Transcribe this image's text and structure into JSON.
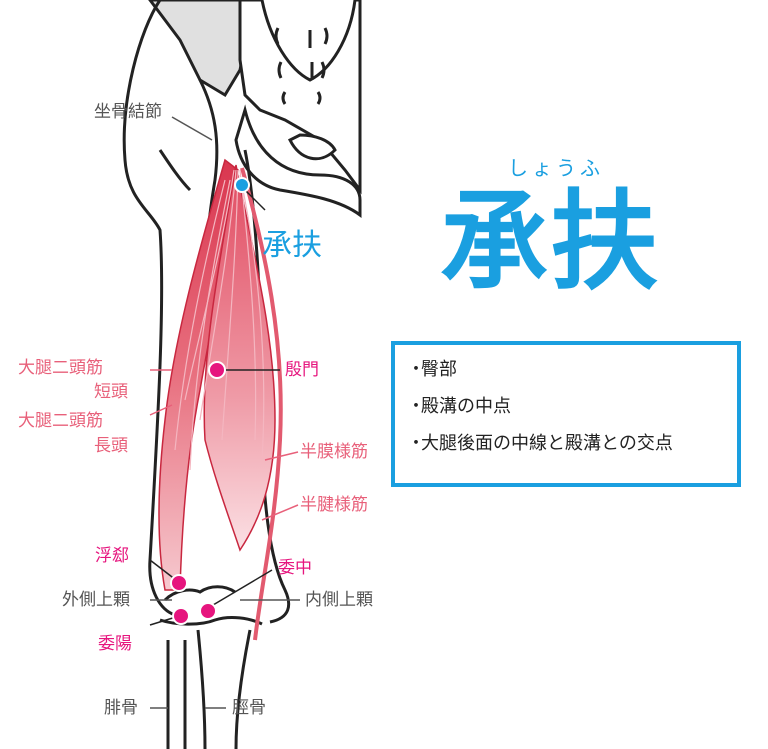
{
  "point": {
    "reading": "しょうふ",
    "name": "承扶",
    "map_label": "承扶"
  },
  "info": {
    "bullet": "・",
    "items": [
      "臀部",
      "殿溝の中点",
      "大腿後面の中線と殿溝との交点"
    ]
  },
  "labels": {
    "ischial_tuberosity": "坐骨結節",
    "biceps_short_1": "大腿二頭筋",
    "biceps_short_2": "短頭",
    "biceps_long_1": "大腿二頭筋",
    "biceps_long_2": "長頭",
    "semimembranosus": "半膜様筋",
    "semitendinosus": "半腱様筋",
    "lateral_epicondyle": "外側上顆",
    "medial_epicondyle": "内側上顆",
    "fibula": "腓骨",
    "tibia": "脛骨"
  },
  "acupoints": {
    "yinmen": "殷門",
    "fuxi": "浮郄",
    "weiyang": "委陽",
    "weizhong": "委中"
  },
  "colors": {
    "accent_blue": "#1a9fe0",
    "acupoint_magenta": "#e6157e",
    "muscle_label_pink": "#e8607a",
    "muscle_fill": "#e56a7a",
    "bone_outline": "#222222"
  }
}
